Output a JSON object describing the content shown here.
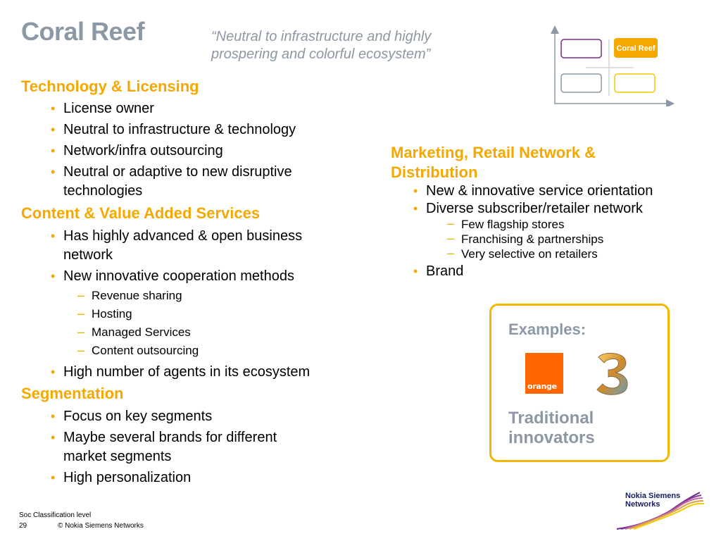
{
  "slide": {
    "title": "Coral Reef",
    "quote_line1": "“Neutral to infrastructure and highly",
    "quote_line2": "prospering and colorful ecosystem”"
  },
  "matrix": {
    "label": "Coral Reef",
    "accent": "#f5a800",
    "box_purple": "#7a2a8c",
    "box_gray": "#8c98a5"
  },
  "left": {
    "tech": {
      "heading": "Technology & Licensing",
      "items": [
        "License owner",
        "Neutral to infrastructure & technology",
        "Network/infra outsourcing",
        "Neutral or adaptive to new disruptive",
        "technologies"
      ]
    },
    "content": {
      "heading": "Content & Value Added Services",
      "items": [
        "Has highly advanced & open business",
        "network",
        "New innovative cooperation methods"
      ],
      "sub": [
        "Revenue sharing",
        "Hosting",
        "Managed Services",
        "Content outsourcing"
      ],
      "last": "High number of agents in its ecosystem"
    },
    "seg": {
      "heading": "Segmentation",
      "items": [
        "Focus on key segments",
        "Maybe several brands for different",
        "market segments",
        "High personalization"
      ]
    }
  },
  "right": {
    "heading_line1": "Marketing, Retail Network &",
    "heading_line2": "Distribution",
    "items": [
      "New & innovative service orientation",
      "Diverse subscriber/retailer network"
    ],
    "sub": [
      "Few flagship stores",
      "Franchising & partnerships",
      "Very selective on retailers"
    ],
    "last": "Brand"
  },
  "examples": {
    "title": "Examples:",
    "logo_orange": "orange",
    "sub_line1": "Traditional",
    "sub_line2": "innovators"
  },
  "footer": {
    "classification": "Soc Classification level",
    "page": "29",
    "copyright": "© Nokia Siemens Networks",
    "brand_line1": "Nokia Siemens",
    "brand_line2": "Networks"
  }
}
